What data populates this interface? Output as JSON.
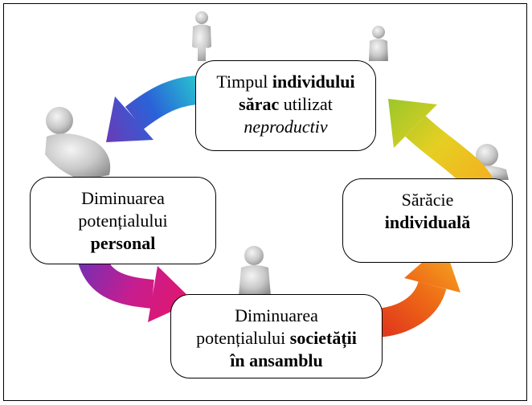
{
  "diagram": {
    "nodes": {
      "individual_time": {
        "lines": [
          [
            "Timpul",
            "individului"
          ],
          [
            "sărac",
            "utilizat"
          ],
          [
            "neproductiv"
          ]
        ]
      },
      "individual_poverty": {
        "lines": [
          [
            "Sărăcie"
          ],
          [
            "individuală"
          ]
        ]
      },
      "society_potential": {
        "lines": [
          [
            "Diminuarea"
          ],
          [
            "potențialului",
            "societății"
          ],
          [
            "în ansamblu"
          ]
        ]
      },
      "personal_potential": {
        "lines": [
          [
            "Diminuarea"
          ],
          [
            "potențialului"
          ],
          [
            "personal"
          ]
        ]
      }
    },
    "arrow_colors": [
      [
        "#27c9cf",
        "#2a62d8",
        "#6b3ab8"
      ],
      [
        "#7a2db2",
        "#c81d8e",
        "#e4166a"
      ],
      [
        "#e23a1c",
        "#ee6a16",
        "#f5a421"
      ],
      [
        "#f4b01f",
        "#e5cf22",
        "#9ac72a"
      ]
    ],
    "figure_colors": [
      "#f4f4f4",
      "#c9c9c9",
      "#8f8f8f"
    ]
  }
}
